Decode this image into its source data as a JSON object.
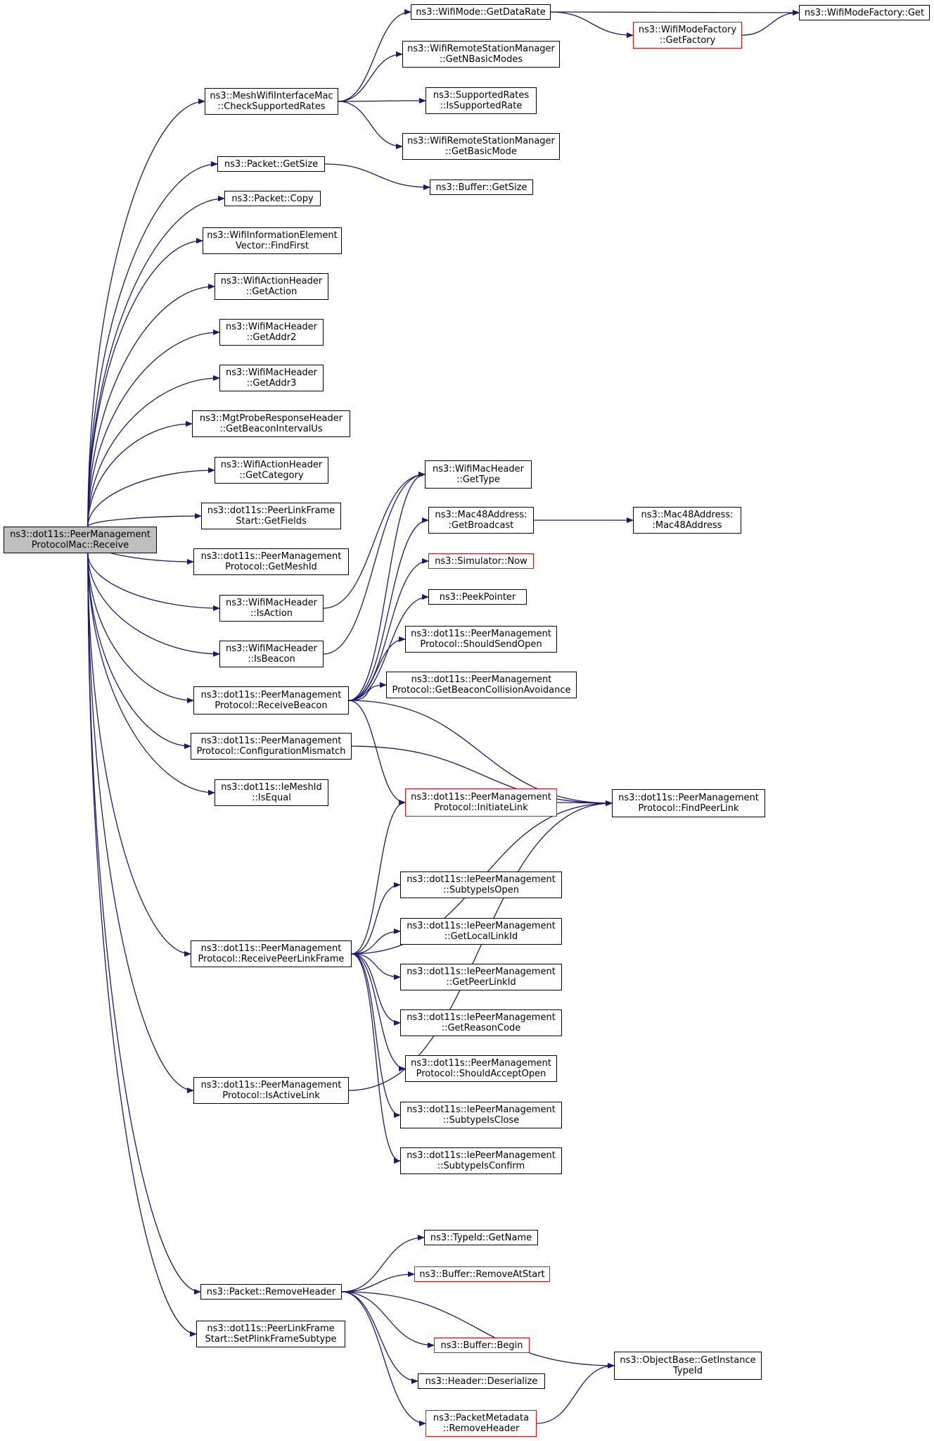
{
  "colors": {
    "edge": "#191970",
    "node_border": "#000000",
    "red_border": "#ff0000",
    "root_fill": "#bfbfbf"
  },
  "nodes": [
    {
      "id": "root",
      "lines": [
        "ns3::dot11s::PeerManagement",
        "ProtocolMac::Receive"
      ],
      "style": "root"
    },
    {
      "id": "checkrates",
      "lines": [
        "ns3::MeshWifiInterfaceMac",
        "::CheckSupportedRates"
      ],
      "style": "normal"
    },
    {
      "id": "getdatarate",
      "lines": [
        "ns3::WifiMode::GetDataRate"
      ],
      "style": "normal"
    },
    {
      "id": "factoryget",
      "lines": [
        "ns3::WifiModeFactory::Get"
      ],
      "style": "normal"
    },
    {
      "id": "getfactory",
      "lines": [
        "ns3::WifiModeFactory",
        "::GetFactory"
      ],
      "style": "red"
    },
    {
      "id": "getnbasic",
      "lines": [
        "ns3::WifiRemoteStationManager",
        "::GetNBasicModes"
      ],
      "style": "normal"
    },
    {
      "id": "issupported",
      "lines": [
        "ns3::SupportedRates",
        "::IsSupportedRate"
      ],
      "style": "normal"
    },
    {
      "id": "getbasicmode",
      "lines": [
        "ns3::WifiRemoteStationManager",
        "::GetBasicMode"
      ],
      "style": "normal"
    },
    {
      "id": "pktgetsize",
      "lines": [
        "ns3::Packet::GetSize"
      ],
      "style": "normal"
    },
    {
      "id": "bufgetsize",
      "lines": [
        "ns3::Buffer::GetSize"
      ],
      "style": "normal"
    },
    {
      "id": "pktcopy",
      "lines": [
        "ns3::Packet::Copy"
      ],
      "style": "normal"
    },
    {
      "id": "findfirst",
      "lines": [
        "ns3::WifiInformationElement",
        "Vector::FindFirst"
      ],
      "style": "normal"
    },
    {
      "id": "getaction",
      "lines": [
        "ns3::WifiActionHeader",
        "::GetAction"
      ],
      "style": "normal"
    },
    {
      "id": "getaddr2",
      "lines": [
        "ns3::WifiMacHeader",
        "::GetAddr2"
      ],
      "style": "normal"
    },
    {
      "id": "getaddr3",
      "lines": [
        "ns3::WifiMacHeader",
        "::GetAddr3"
      ],
      "style": "normal"
    },
    {
      "id": "getbeaconint",
      "lines": [
        "ns3::MgtProbeResponseHeader",
        "::GetBeaconIntervalUs"
      ],
      "style": "normal"
    },
    {
      "id": "getcategory",
      "lines": [
        "ns3::WifiActionHeader",
        "::GetCategory"
      ],
      "style": "normal"
    },
    {
      "id": "getfields",
      "lines": [
        "ns3::dot11s::PeerLinkFrame",
        "Start::GetFields"
      ],
      "style": "normal"
    },
    {
      "id": "getmeshid",
      "lines": [
        "ns3::dot11s::PeerManagement",
        "Protocol::GetMeshId"
      ],
      "style": "normal"
    },
    {
      "id": "isaction",
      "lines": [
        "ns3::WifiMacHeader",
        "::IsAction"
      ],
      "style": "normal"
    },
    {
      "id": "isbeacon",
      "lines": [
        "ns3::WifiMacHeader",
        "::IsBeacon"
      ],
      "style": "normal"
    },
    {
      "id": "recvbeacon",
      "lines": [
        "ns3::dot11s::PeerManagement",
        "Protocol::ReceiveBeacon"
      ],
      "style": "normal"
    },
    {
      "id": "configmismatch",
      "lines": [
        "ns3::dot11s::PeerManagement",
        "Protocol::ConfigurationMismatch"
      ],
      "style": "normal"
    },
    {
      "id": "isequal",
      "lines": [
        "ns3::dot11s::IeMeshId",
        "::IsEqual"
      ],
      "style": "normal"
    },
    {
      "id": "gettype",
      "lines": [
        "ns3::WifiMacHeader",
        "::GetType"
      ],
      "style": "normal"
    },
    {
      "id": "getbroadcast",
      "lines": [
        "ns3::Mac48Address:",
        ":GetBroadcast"
      ],
      "style": "normal"
    },
    {
      "id": "mac48",
      "lines": [
        "ns3::Mac48Address:",
        ":Mac48Address"
      ],
      "style": "normal"
    },
    {
      "id": "simnow",
      "lines": [
        "ns3::Simulator::Now"
      ],
      "style": "red"
    },
    {
      "id": "peekpointer",
      "lines": [
        "ns3::PeekPointer"
      ],
      "style": "normal"
    },
    {
      "id": "shouldsendopen",
      "lines": [
        "ns3::dot11s::PeerManagement",
        "Protocol::ShouldSendOpen"
      ],
      "style": "normal"
    },
    {
      "id": "beaconcollision",
      "lines": [
        "ns3::dot11s::PeerManagement",
        "Protocol::GetBeaconCollisionAvoidance"
      ],
      "style": "normal"
    },
    {
      "id": "initiatelink",
      "lines": [
        "ns3::dot11s::PeerManagement",
        "Protocol::InitiateLink"
      ],
      "style": "red"
    },
    {
      "id": "findpeerlink",
      "lines": [
        "ns3::dot11s::PeerManagement",
        "Protocol::FindPeerLink"
      ],
      "style": "normal"
    },
    {
      "id": "recvpeerlink",
      "lines": [
        "ns3::dot11s::PeerManagement",
        "Protocol::ReceivePeerLinkFrame"
      ],
      "style": "normal"
    },
    {
      "id": "subtypeisopen",
      "lines": [
        "ns3::dot11s::IePeerManagement",
        "::SubtypeIsOpen"
      ],
      "style": "normal"
    },
    {
      "id": "getlocallinkid",
      "lines": [
        "ns3::dot11s::IePeerManagement",
        "::GetLocalLinkId"
      ],
      "style": "normal"
    },
    {
      "id": "getpeerlinkid",
      "lines": [
        "ns3::dot11s::IePeerManagement",
        "::GetPeerLinkId"
      ],
      "style": "normal"
    },
    {
      "id": "getreasoncode",
      "lines": [
        "ns3::dot11s::IePeerManagement",
        "::GetReasonCode"
      ],
      "style": "normal"
    },
    {
      "id": "shouldacceptopen",
      "lines": [
        "ns3::dot11s::PeerManagement",
        "Protocol::ShouldAcceptOpen"
      ],
      "style": "normal"
    },
    {
      "id": "subtypeisclose",
      "lines": [
        "ns3::dot11s::IePeerManagement",
        "::SubtypeIsClose"
      ],
      "style": "normal"
    },
    {
      "id": "subtypeisconfirm",
      "lines": [
        "ns3::dot11s::IePeerManagement",
        "::SubtypeIsConfirm"
      ],
      "style": "normal"
    },
    {
      "id": "isactivelink",
      "lines": [
        "ns3::dot11s::PeerManagement",
        "Protocol::IsActiveLink"
      ],
      "style": "normal"
    },
    {
      "id": "typeidgetname",
      "lines": [
        "ns3::TypeId::GetName"
      ],
      "style": "normal"
    },
    {
      "id": "removeatstart",
      "lines": [
        "ns3::Buffer::RemoveAtStart"
      ],
      "style": "red"
    },
    {
      "id": "removeheader",
      "lines": [
        "ns3::Packet::RemoveHeader"
      ],
      "style": "normal"
    },
    {
      "id": "bufbegin",
      "lines": [
        "ns3::Buffer::Begin"
      ],
      "style": "red"
    },
    {
      "id": "getinstancetypeid",
      "lines": [
        "ns3::ObjectBase::GetInstance",
        "TypeId"
      ],
      "style": "normal"
    },
    {
      "id": "deserialize",
      "lines": [
        "ns3::Header::Deserialize"
      ],
      "style": "normal"
    },
    {
      "id": "setplink",
      "lines": [
        "ns3::dot11s::PeerLinkFrame",
        "Start::SetPlinkFrameSubtype"
      ],
      "style": "normal"
    },
    {
      "id": "metaremoveheader",
      "lines": [
        "ns3::PacketMetadata",
        "::RemoveHeader"
      ],
      "style": "red"
    }
  ],
  "edges": [
    [
      "root",
      "checkrates"
    ],
    [
      "root",
      "pktgetsize"
    ],
    [
      "root",
      "pktcopy"
    ],
    [
      "root",
      "findfirst"
    ],
    [
      "root",
      "getaction"
    ],
    [
      "root",
      "getaddr2"
    ],
    [
      "root",
      "getaddr3"
    ],
    [
      "root",
      "getbeaconint"
    ],
    [
      "root",
      "getcategory"
    ],
    [
      "root",
      "getfields"
    ],
    [
      "root",
      "getmeshid"
    ],
    [
      "root",
      "isaction"
    ],
    [
      "root",
      "isbeacon"
    ],
    [
      "root",
      "recvbeacon"
    ],
    [
      "root",
      "configmismatch"
    ],
    [
      "root",
      "isequal"
    ],
    [
      "root",
      "recvpeerlink"
    ],
    [
      "root",
      "isactivelink"
    ],
    [
      "root",
      "removeheader"
    ],
    [
      "root",
      "setplink"
    ],
    [
      "checkrates",
      "getdatarate"
    ],
    [
      "checkrates",
      "getnbasic"
    ],
    [
      "checkrates",
      "issupported"
    ],
    [
      "checkrates",
      "getbasicmode"
    ],
    [
      "getdatarate",
      "factoryget"
    ],
    [
      "getdatarate",
      "getfactory"
    ],
    [
      "getfactory",
      "factoryget"
    ],
    [
      "pktgetsize",
      "bufgetsize"
    ],
    [
      "isaction",
      "gettype"
    ],
    [
      "isbeacon",
      "gettype"
    ],
    [
      "recvbeacon",
      "gettype"
    ],
    [
      "recvbeacon",
      "getbroadcast"
    ],
    [
      "recvbeacon",
      "simnow"
    ],
    [
      "recvbeacon",
      "peekpointer"
    ],
    [
      "recvbeacon",
      "shouldsendopen"
    ],
    [
      "recvbeacon",
      "beaconcollision"
    ],
    [
      "recvbeacon",
      "findpeerlink"
    ],
    [
      "recvbeacon",
      "initiatelink"
    ],
    [
      "getbroadcast",
      "mac48"
    ],
    [
      "configmismatch",
      "findpeerlink"
    ],
    [
      "initiatelink",
      "findpeerlink"
    ],
    [
      "recvpeerlink",
      "initiatelink"
    ],
    [
      "recvpeerlink",
      "findpeerlink"
    ],
    [
      "recvpeerlink",
      "subtypeisopen"
    ],
    [
      "recvpeerlink",
      "getlocallinkid"
    ],
    [
      "recvpeerlink",
      "getpeerlinkid"
    ],
    [
      "recvpeerlink",
      "getreasoncode"
    ],
    [
      "recvpeerlink",
      "shouldacceptopen"
    ],
    [
      "recvpeerlink",
      "subtypeisclose"
    ],
    [
      "recvpeerlink",
      "subtypeisconfirm"
    ],
    [
      "isactivelink",
      "findpeerlink"
    ],
    [
      "removeheader",
      "typeidgetname"
    ],
    [
      "removeheader",
      "removeatstart"
    ],
    [
      "removeheader",
      "getinstancetypeid"
    ],
    [
      "removeheader",
      "bufbegin"
    ],
    [
      "removeheader",
      "deserialize"
    ],
    [
      "removeheader",
      "metaremoveheader"
    ],
    [
      "metaremoveheader",
      "getinstancetypeid"
    ]
  ]
}
